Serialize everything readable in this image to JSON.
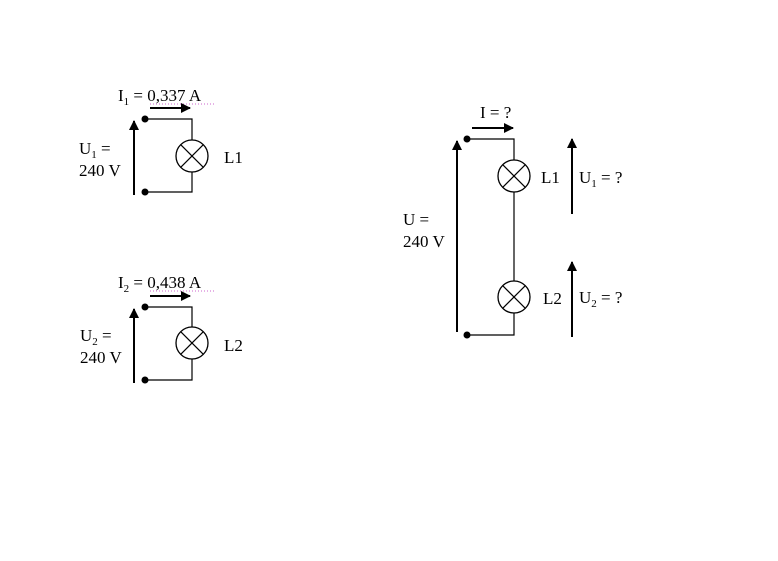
{
  "circuit1": {
    "current_symbol": "I",
    "current_sub": "1",
    "current_value": " = 0,337 A",
    "voltage_symbol": "U",
    "voltage_sub": "1",
    "voltage_eq": " =",
    "voltage_value": "240 V",
    "lamp_label": "L1"
  },
  "circuit2": {
    "current_symbol": "I",
    "current_sub": "2",
    "current_value": " = 0,438 A",
    "voltage_symbol": "U",
    "voltage_sub": "2",
    "voltage_eq": " =",
    "voltage_value": "240 V",
    "lamp_label": "L2"
  },
  "series_circuit": {
    "current_label": "I = ?",
    "voltage_line1": "U =",
    "voltage_line2": "240 V",
    "lamp1_label": "L1",
    "lamp1_voltage_symbol": "U",
    "lamp1_voltage_sub": "1",
    "lamp1_voltage_rest": " = ?",
    "lamp2_label": "L2",
    "lamp2_voltage_symbol": "U",
    "lamp2_voltage_sub": "2",
    "lamp2_voltage_rest": " = ?"
  },
  "colors": {
    "ink": "#000000",
    "spellcheck_underline": "#cc66cc",
    "background": "#ffffff"
  }
}
